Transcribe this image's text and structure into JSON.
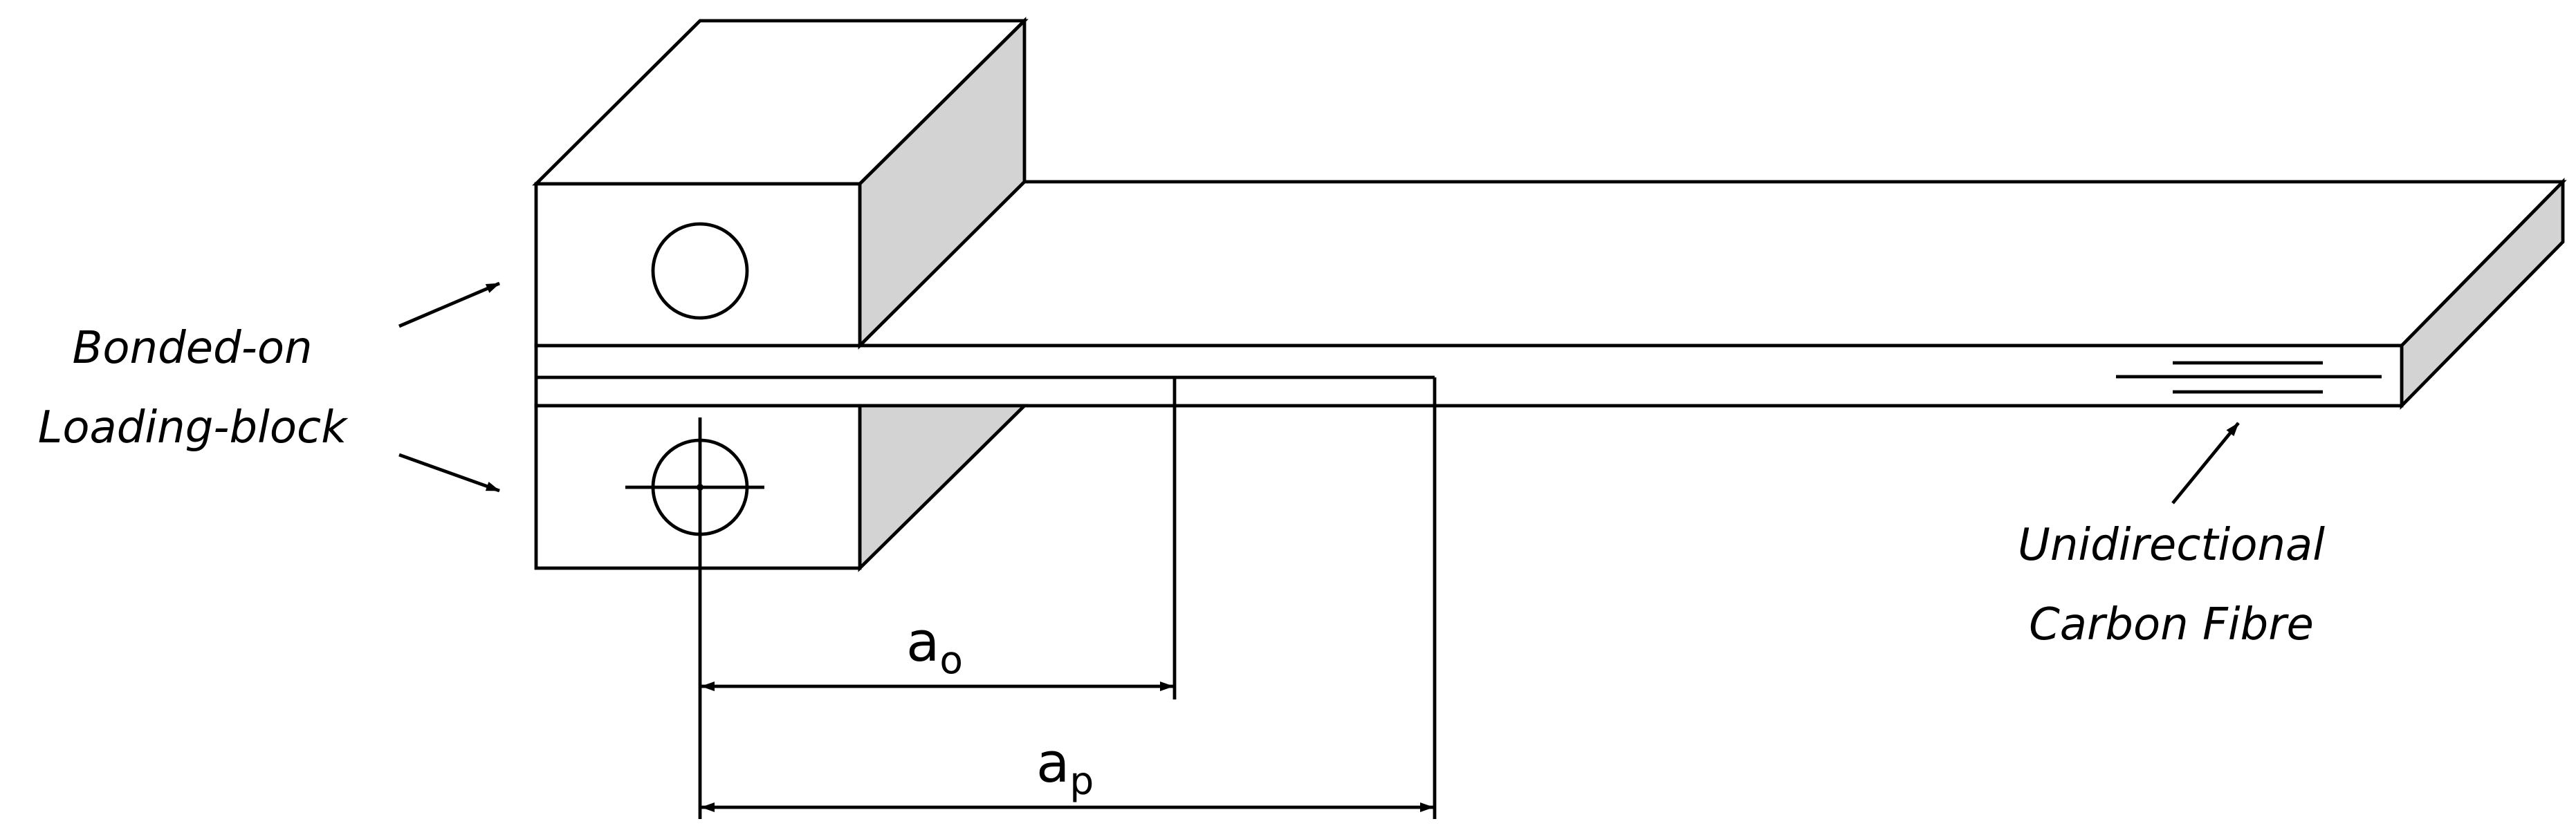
{
  "labels": {
    "loading_block_line1": "Bonded-on",
    "loading_block_line2": "Loading-block",
    "fibre_line1": "Unidirectional",
    "fibre_line2": "Carbon Fibre"
  },
  "dimensions": {
    "a0": {
      "symbol": "a",
      "subscript": "o"
    },
    "ap": {
      "symbol": "a",
      "subscript": "p"
    }
  },
  "colors": {
    "line": "#000000",
    "shade": "#d3d3d3",
    "background": "#ffffff"
  }
}
